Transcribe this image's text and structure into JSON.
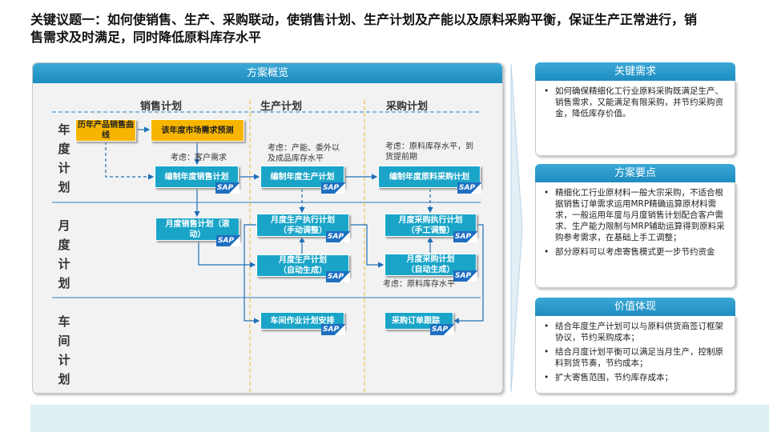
{
  "title": "关键议题一：如何使销售、生产、采购联动，使销售计划、生产计划及产能以及原料采购平衡，保证生产正常进行，销售需求及时满足，同时降低原料库存水平",
  "overview": {
    "header": "方案概览",
    "columns": [
      "销售计划",
      "生产计划",
      "采购计划"
    ],
    "rows": [
      "年度计划",
      "月度计划",
      "车间计划"
    ],
    "boxes": {
      "history": "历年产品销售曲线",
      "forecast": "该年度市场需求预测",
      "annual_sales": "编制年度销售计划",
      "annual_prod": "编制年度生产计划",
      "annual_purch": "编制年度原料采购计划",
      "monthly_sales": "月度销售计划（滚动）",
      "monthly_prod_exec": "月度生产执行计划（手动调整）",
      "monthly_prod": "月度生产计划（自动生成）",
      "monthly_purch_exec": "月度采购执行计划（手工调整）",
      "monthly_purch": "月度采购计划（自动生成）",
      "workshop": "车间作业计划安排",
      "po_tracking": "采购订单跟踪"
    },
    "sap_label": "SAP",
    "notes": {
      "sales": "考虑：客户需求",
      "prod": "考虑：产能、委外以及成品库存水平",
      "purch": "考虑：原料库存水平，到货提前期",
      "monthly_purch": "考虑：原料库存水平"
    }
  },
  "sections": [
    {
      "header": "关键需求",
      "items": [
        "如何确保精细化工行业原料采购既满足生产、销售需求，又能满足有限采购，并节约采购资金，降低库存价值。"
      ]
    },
    {
      "header": "方案要点",
      "items": [
        "精细化工行业原材料一般大宗采购，不适合根据销售订单需求运用MRP精确运算原材料需求，一般运用年度与月度销售计划配合客户需求、生产能力限制与MRP辅助运算得到原料采购参考需求，在基础上手工调整；",
        "部分原料可以考虑寄售模式更一步节约资金"
      ]
    },
    {
      "header": "价值体现",
      "items": [
        "结合年度生产计划可以与原料供货商签订框架协议，节约采购成本；",
        "结合月度计划平衡可以满足当月生产，控制原料到货节奏，节约成本；",
        "扩大寄售范围，节约库存成本；"
      ]
    }
  ]
}
